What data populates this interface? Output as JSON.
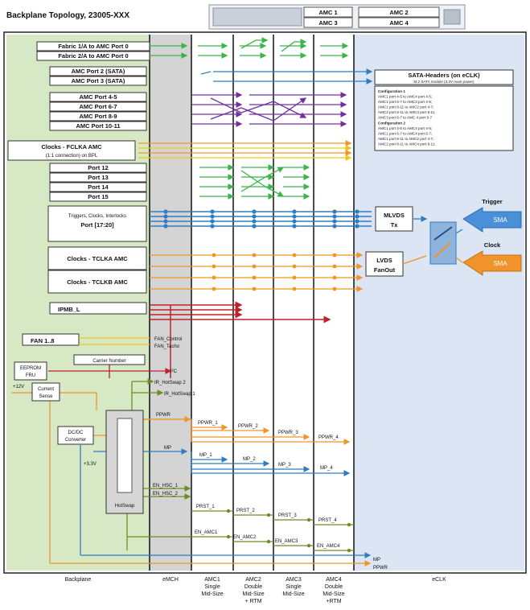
{
  "header": {
    "title": "Backplane Topology, 23005-XXX",
    "chassis_slots": [
      "AMC 1",
      "AMC 2",
      "AMC 3",
      "AMC 4"
    ]
  },
  "left_boxes": [
    "Fabric 1/A to AMC Port 0",
    "Fabric 2/A to AMC Port 0",
    "AMC Port 2 (SATA)",
    "AMC Port 3 (SATA)",
    "AMC Port 4-5",
    "AMC Port 6-7",
    "AMC Port 8-9",
    "AMC Port 10-11",
    "Port 12",
    "Port 13",
    "Port 14",
    "Port 15",
    "IPMB_L",
    "FAN 1..8"
  ],
  "clocks_fclka": {
    "line1": "Clocks - FCLKA AMC",
    "line2": "(1:1 connection) on BPL"
  },
  "triggers": {
    "line1": "Triggers, Clocks, Interlocks",
    "line2": "Port [17:20]"
  },
  "tclka": "Clocks - TCLKA AMC",
  "tclkb": "Clocks - TCLKB AMC",
  "sata_box": {
    "title": "SATA-Headers (on eCLK)",
    "subtitle": "M.2 SATA module (3.3V main power)"
  },
  "config_box": {
    "heading1": "Configuration 1",
    "lines1": [
      "AMC1 port 4-5 to AMC4 port 4-5;",
      "AMC1 port 6-7 to AMC3 port 4-5;",
      "AMC1 port 8-11 to AMC2 port 4-7;",
      "AMC2 port 8-11 to AMC4 port 8-11;",
      "AMC3 port 6-7 to AMC 4 port 6-7"
    ],
    "heading2": "Configuration 2",
    "lines2": [
      "AMC1 port 4-5 to AMC4 port 4-5;",
      "AMC1 port 6-7 to AMC4 port 6-7;",
      "AMC1 port 8-11 to AMC2 port 4-7;",
      "AMC2 port 8-11 to AMC4 port 8-11;"
    ]
  },
  "mlvds": {
    "line1": "MLVDS",
    "line2": "Tx"
  },
  "lvds": {
    "line1": "LVDS",
    "line2": "FanOut"
  },
  "trigger_label": "Trigger",
  "clock_label": "Clock",
  "sma_label": "SMA",
  "fan_signals": [
    "FAN_Control",
    "FAN_Tacho"
  ],
  "mgmt": {
    "carrier_number": "Carrier Number",
    "eeprom1": "EEPROM",
    "eeprom2": "FRU",
    "current1": "Current",
    "current2": "Sense",
    "v12": "+12V",
    "v33": "+3.3V",
    "dcdc1": "DC/DC",
    "dcdc2": "Converter",
    "hotswap": "HotSwap",
    "i2c": "I²C",
    "irhs2": "IR_HotSwap 2",
    "irhs1": "IR_HotSwap 1"
  },
  "power_signals": {
    "ppwr": [
      "PPWR",
      "PPWR_1",
      "PPWR_2",
      "PPWR_3",
      "PPWR_4"
    ],
    "mp": [
      "MP",
      "MP_1",
      "MP_2",
      "MP_3",
      "MP_4"
    ],
    "en_hsc": [
      "EN_HSC_1",
      "EN_HSC_2"
    ],
    "prst": [
      "PRST_1",
      "PRST_2",
      "PRST_3",
      "PRST_4"
    ],
    "en_amc": [
      "EN_AMC1",
      "EN_AMC2",
      "EN_AMC3",
      "EN_AMC4"
    ],
    "eclk_mp": "MP",
    "eclk_ppwr": "PPWR"
  },
  "footer": {
    "backplane": "Backplane",
    "emch": "eMCH",
    "amc1": [
      "AMC1",
      "Single",
      "Mid-Size"
    ],
    "amc2": [
      "AMC2",
      "Double",
      "Mid-Size",
      "+ RTM"
    ],
    "amc3": [
      "AMC3",
      "Single",
      "Mid-Size"
    ],
    "amc4": [
      "AMC4",
      "Double",
      "Mid-Size",
      "+RTM"
    ],
    "eclk": "eCLK"
  },
  "colors": {
    "green_panel": "#d7e8c4",
    "grey_panel": "#d4d4d4",
    "blue_panel": "#dbe5f3",
    "green": "#3ab54a",
    "blue": "#2e7cc1",
    "purple": "#7030a0",
    "orange": "#f0932b",
    "yellow": "#f5c518",
    "red": "#c0202a",
    "olive": "#6b8e23"
  }
}
